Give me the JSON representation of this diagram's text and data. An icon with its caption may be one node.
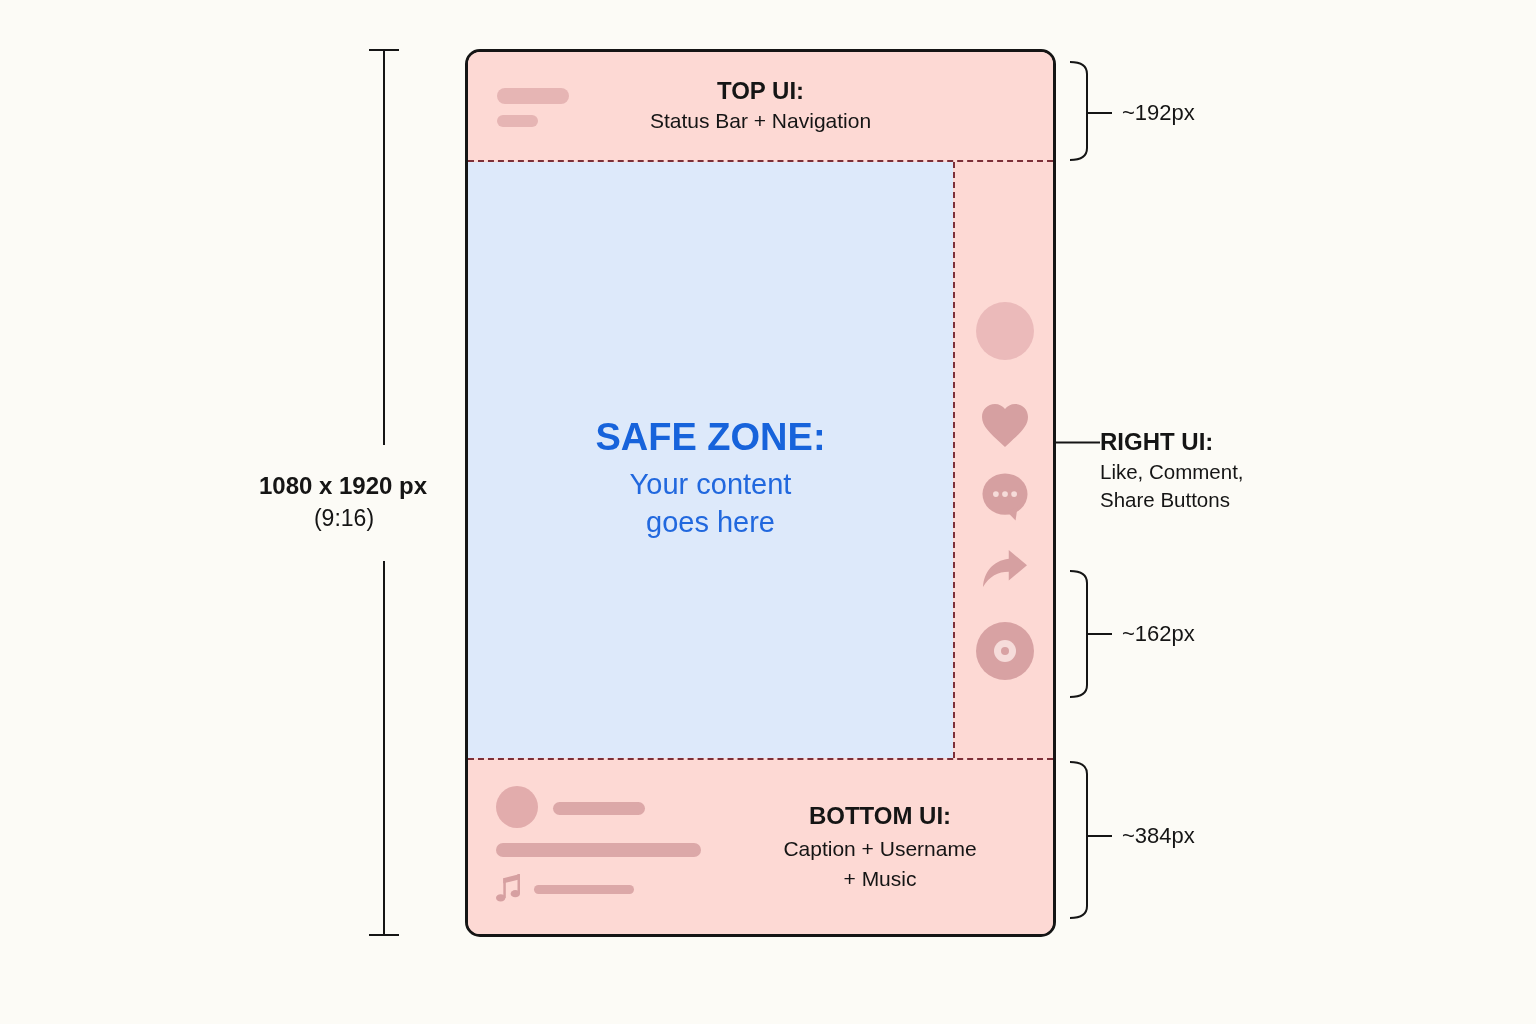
{
  "diagram": {
    "nodes": [
      {
        "text": [
          "TOP UI:",
          "Status Bar + Navigation"
        ]
      },
      {
        "text": [
          "SAFE ZONE:",
          "Your content goes here"
        ]
      },
      {
        "text": [],
        "shape": "box"
      },
      {
        "text": [
          "RIGHT UI:",
          "Like, Comment, Share Buttons"
        ]
      },
      {
        "text": [
          "BOTTOM UI:",
          "Caption + Username + Music"
        ]
      }
    ],
    "edges": [
      {
        "from": 3,
        "to": 2,
        "arrow": "none"
      }
    ],
    "labels": [
      "~192px",
      "1080 x 1920 px",
      "(9:16)",
      "~162px",
      "~384px"
    ]
  }
}
